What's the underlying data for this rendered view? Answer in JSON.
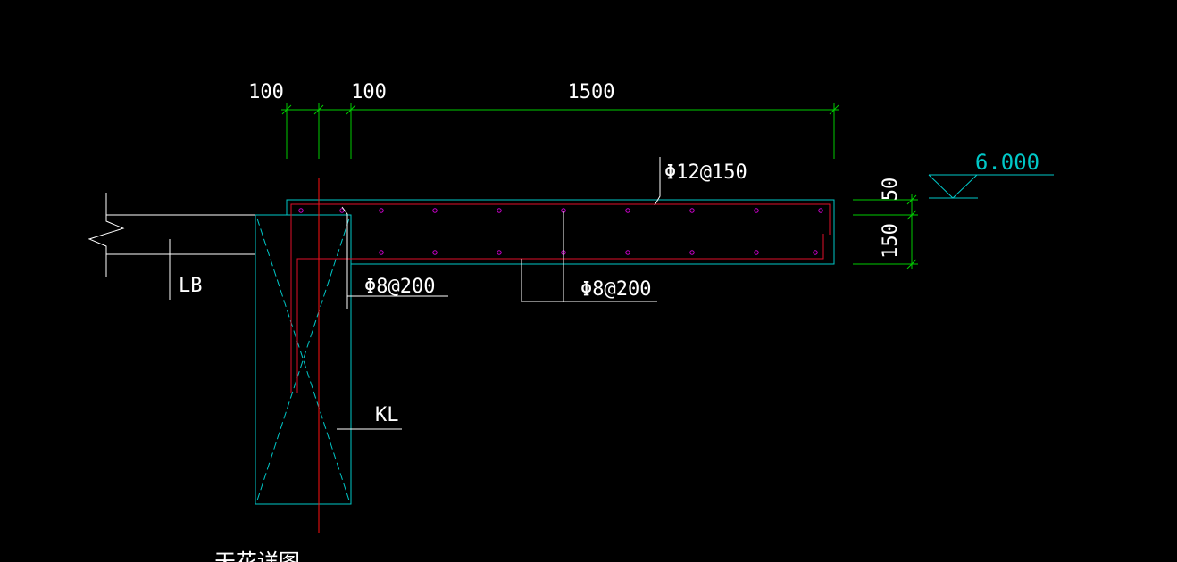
{
  "dimensions": {
    "top_left": "100",
    "top_mid": "100",
    "top_span": "1500",
    "side_top": "50",
    "side_bottom": "150"
  },
  "elevation": "6.000",
  "labels": {
    "top_rebar": "Φ12@150",
    "bottom_rebar_left": "Φ8@200",
    "bottom_rebar_right": "Φ8@200",
    "slab": "LB",
    "beam": "KL",
    "caption": "天花详图"
  },
  "colors": {
    "background": "#000000",
    "dimension": "#00cc00",
    "outline": "#00c8c8",
    "rebar": "#e0102a",
    "rebar_dot": "#d000d0",
    "text": "#ffffff",
    "elevation_text": "#00c8c8",
    "leader": "#ffffff",
    "axis": "#ff1010"
  }
}
